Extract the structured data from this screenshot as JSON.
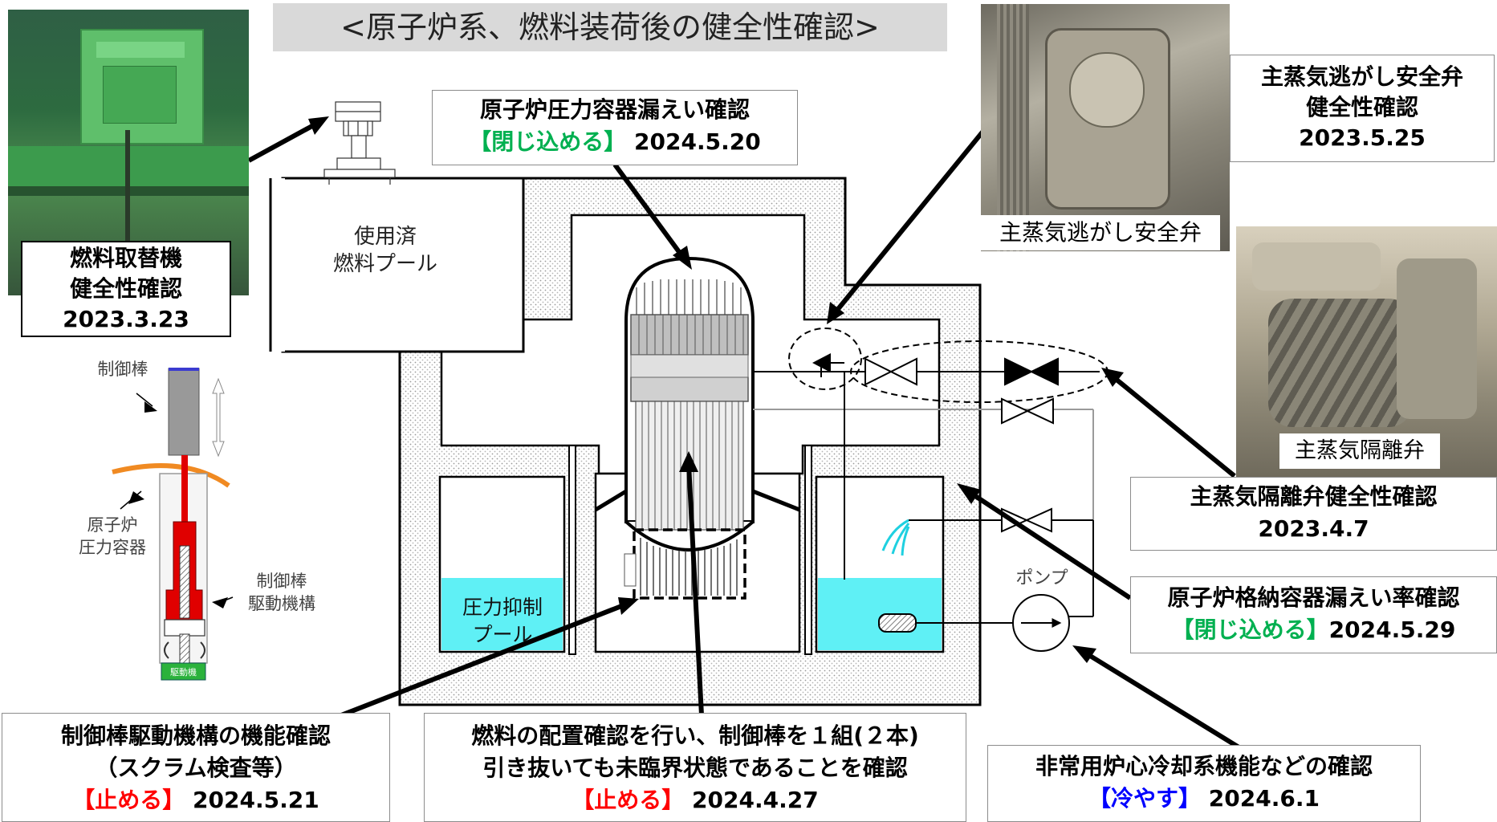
{
  "title": "<原子炉系、燃料装荷後の健全性確認>",
  "photos": {
    "fuel_handling_machine": "燃料取替機",
    "srv_caption": "主蒸気逃がし安全弁",
    "msiv_caption": "主蒸気隔離弁"
  },
  "callouts": {
    "fuel_machine": {
      "line1": "燃料取替機",
      "line2": "健全性確認",
      "date": "2023.3.23"
    },
    "rpv_leak": {
      "line1": "原子炉圧力容器漏えい確認",
      "tag": "【閉じ込める】",
      "date": "2024.5.20"
    },
    "srv": {
      "line1": "主蒸気逃がし安全弁",
      "line2": "健全性確認",
      "date": "2023.5.25"
    },
    "msiv": {
      "line1": "主蒸気隔離弁健全性確認",
      "date": "2023.4.7"
    },
    "pcv_leak": {
      "line1": "原子炉格納容器漏えい率確認",
      "tag": "【閉じ込める】",
      "date": "2024.5.29"
    },
    "crd": {
      "line1": "制御棒駆動機構の機能確認",
      "line2": "（スクラム検査等）",
      "tag": "【止める】",
      "date": "2024.5.21"
    },
    "fuel_config": {
      "line1": "燃料の配置確認を行い、制御棒を１組(２本)",
      "line2": "引き抜いても未臨界状態であることを確認",
      "tag": "【止める】",
      "date": "2024.4.27"
    },
    "eccs": {
      "line1": "非常用炉心冷却系機能などの確認",
      "tag": "【冷やす】",
      "date": "2024.6.1"
    }
  },
  "diagram_labels": {
    "spent_fuel_pool_1": "使用済",
    "spent_fuel_pool_2": "燃料プール",
    "suppression_pool_1": "圧力抑制",
    "suppression_pool_2": "プール",
    "pump": "ポンプ",
    "control_rod": "制御棒",
    "rpv_1": "原子炉",
    "rpv_2": "圧力容器",
    "crd_1": "制御棒",
    "crd_2": "駆動機構",
    "drive_unit": "駆動機"
  },
  "colors": {
    "green_tag": "#00b050",
    "red_tag": "#ff0000",
    "blue_tag": "#0000ff",
    "pool_water": "#5ff0f5",
    "title_bg": "#d9d9d9"
  }
}
